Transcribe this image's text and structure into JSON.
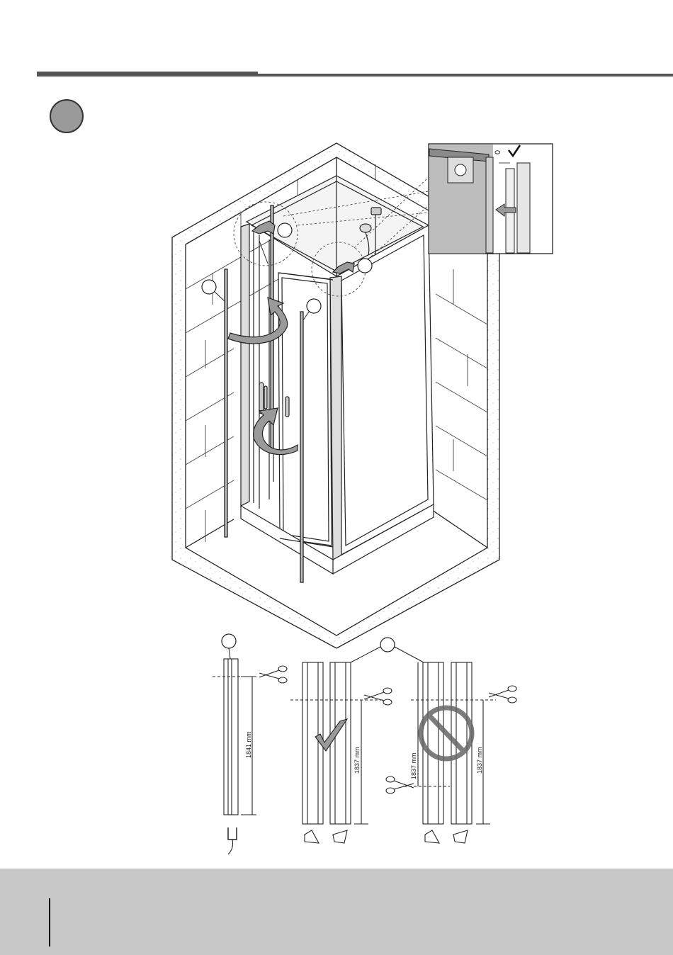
{
  "step": {
    "badge_icon": "grey-step-circle",
    "badge_color": "#9a9a9a"
  },
  "header": {
    "rule_color": "#555555"
  },
  "detail_inset": {
    "gap_value": "0",
    "check_icon": "check-icon"
  },
  "profiles": {
    "seal_length": "1841 mm",
    "correct_length": "1837 mm",
    "wrong_length_left": "1837 mm",
    "wrong_length_right": "1837 mm",
    "scissors_icon": "scissors-icon",
    "prohibited_icon": "no-entry-icon"
  },
  "footer": {
    "band_color": "#c8c8c8"
  }
}
